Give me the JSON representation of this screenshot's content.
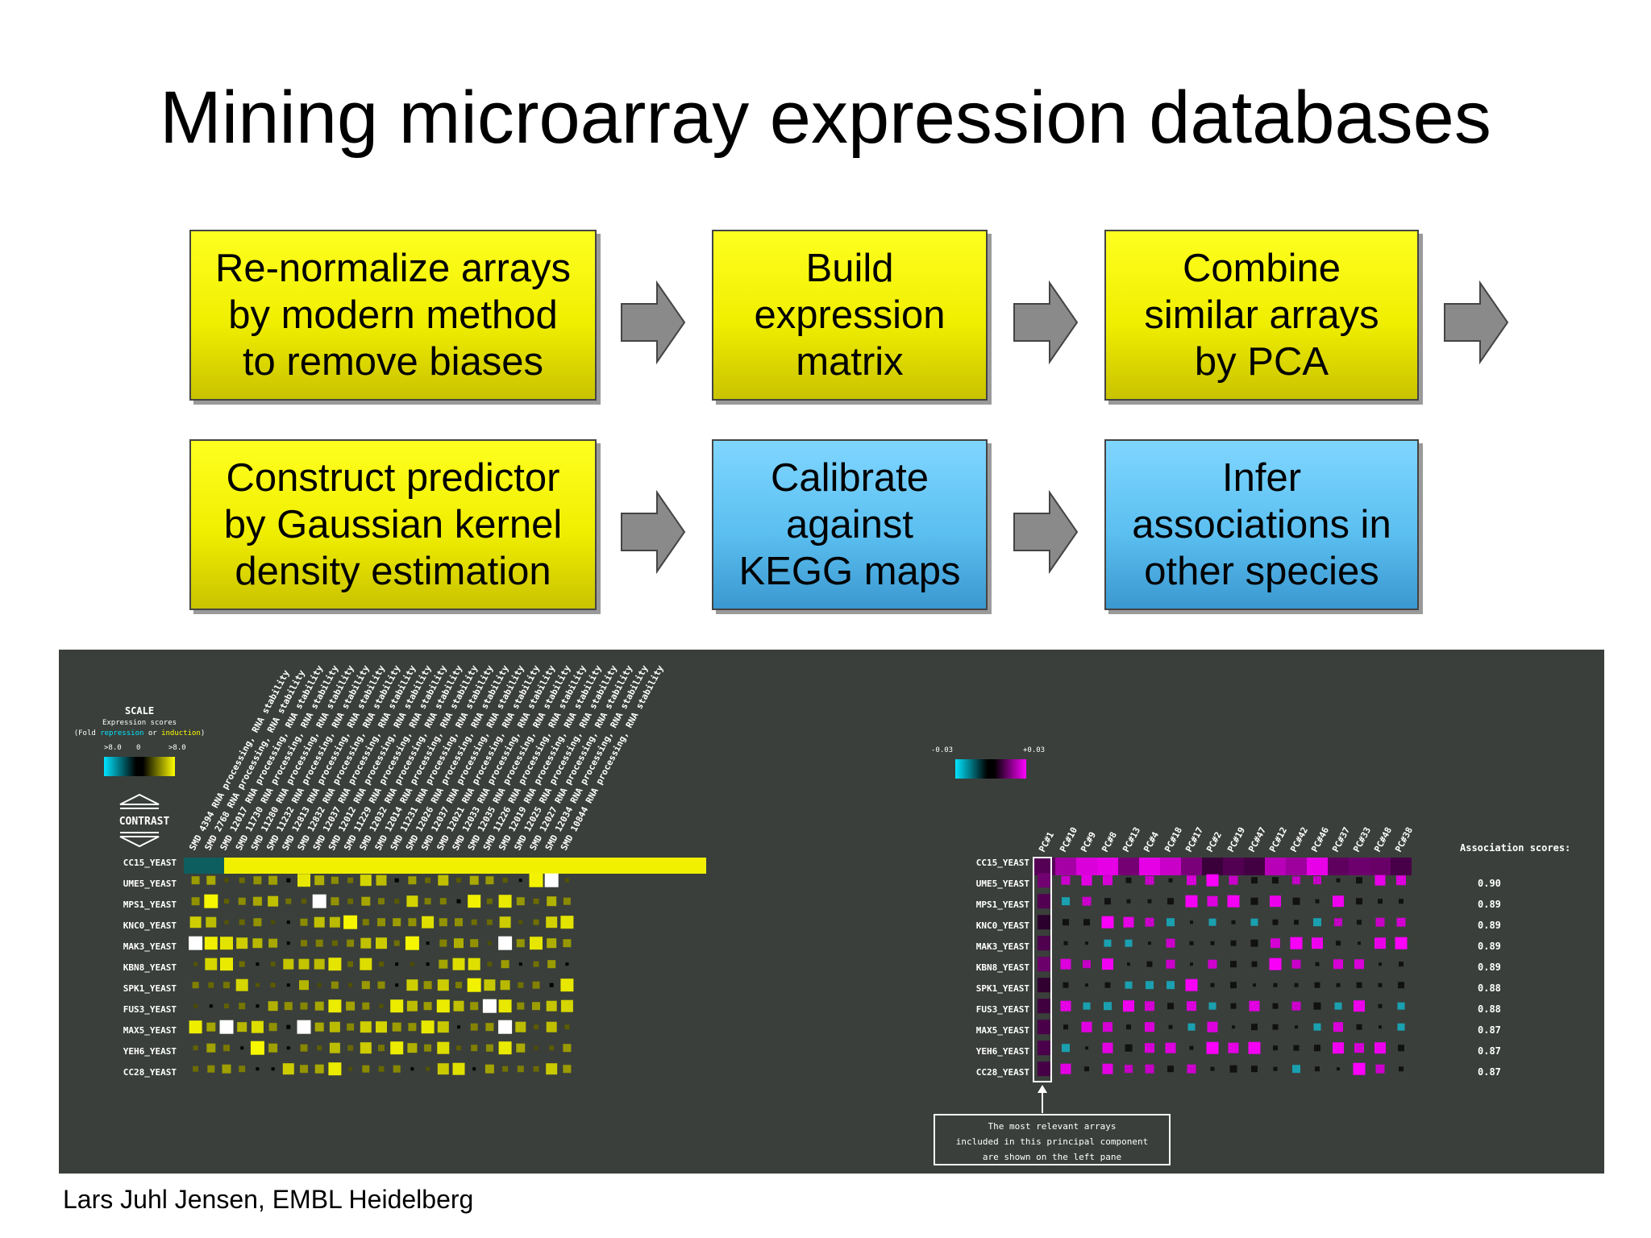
{
  "title": "Mining microarray expression databases",
  "steps": [
    {
      "text": "Re-normalize arrays\nby modern method\nto remove biases",
      "color": "yellow"
    },
    {
      "text": "Build\nexpression\nmatrix",
      "color": "yellow"
    },
    {
      "text": "Combine\nsimilar arrays\nby PCA",
      "color": "yellow"
    },
    {
      "text": "Construct predictor\nby Gaussian kernel\ndensity estimation",
      "color": "yellow"
    },
    {
      "text": "Calibrate\nagainst\nKEGG maps",
      "color": "blue"
    },
    {
      "text": "Infer\nassociations in\nother species",
      "color": "blue"
    }
  ],
  "heatmap": {
    "scale": {
      "title": "SCALE",
      "line1": "Expression scores",
      "line2_prefix": "(Fold ",
      "repression": "repression",
      "or": " or ",
      "induction": "induction",
      "line2_suffix": ")",
      "min": ">8.0",
      "mid": "0",
      "max": ">8.0"
    },
    "contrast_label": "CONTRAST",
    "pc_scale": {
      "min": "-0.03",
      "max": "+0.03"
    },
    "genes": [
      "CC15_YEAST",
      "UME5_YEAST",
      "MPS1_YEAST",
      "KNC0_YEAST",
      "MAK3_YEAST",
      "KBN8_YEAST",
      "SPK1_YEAST",
      "FUS3_YEAST",
      "MAX5_YEAST",
      "YEH6_YEAST",
      "CC28_YEAST"
    ],
    "array_labels": [
      "SMD 4394 RNA processing, RNA stability",
      "SMD 2768 RNA processing, RNA stability",
      "SMD 12017 RNA processing, RNA stability",
      "SMD 11730 RNA processing, RNA stability",
      "SMD 11280 RNA processing, RNA stability",
      "SMD 11232 RNA processing, RNA stability",
      "SMD 12813 RNA processing, RNA stability",
      "SMD 12832 RNA processing, RNA stability",
      "SMD 12037 RNA processing, RNA stability",
      "SMD 12012 RNA processing, RNA stability",
      "SMD 11229 RNA processing, RNA stability",
      "SMD 12032 RNA processing, RNA stability",
      "SMD 12014 RNA processing, RNA stability",
      "SMD 11231 RNA processing, RNA stability",
      "SMD 12026 RNA processing, RNA stability",
      "SMD 12037 RNA processing, RNA stability",
      "SMD 12021 RNA processing, RNA stability",
      "SMD 12033 RNA processing, RNA stability",
      "SMD 12035 RNA processing, RNA stability",
      "SMD 11226 RNA processing, RNA stability",
      "SMD 12019 RNA processing, RNA stability",
      "SMD 12025 RNA processing, RNA stability",
      "SMD 12027 RNA processing, RNA stability",
      "SMD 12034 RNA processing, RNA stability",
      "SMD 10844 RNA processing, RNA stability"
    ],
    "pc_labels": [
      "PC#1",
      "PC#10",
      "PC#9",
      "PC#8",
      "PC#13",
      "PC#4",
      "PC#18",
      "PC#17",
      "PC#2",
      "PC#19",
      "PC#47",
      "PC#12",
      "PC#42",
      "PC#46",
      "PC#37",
      "PC#33",
      "PC#48",
      "PC#38"
    ],
    "association_title": "Association scores:",
    "scores": [
      "0.90",
      "0.89",
      "0.89",
      "0.89",
      "0.89",
      "0.88",
      "0.88",
      "0.87",
      "0.87",
      "0.87"
    ],
    "note": [
      "The most relevant arrays",
      "included in this principal component",
      "are shown on the left pane"
    ]
  },
  "credit": "Lars Juhl Jensen, EMBL Heidelberg"
}
